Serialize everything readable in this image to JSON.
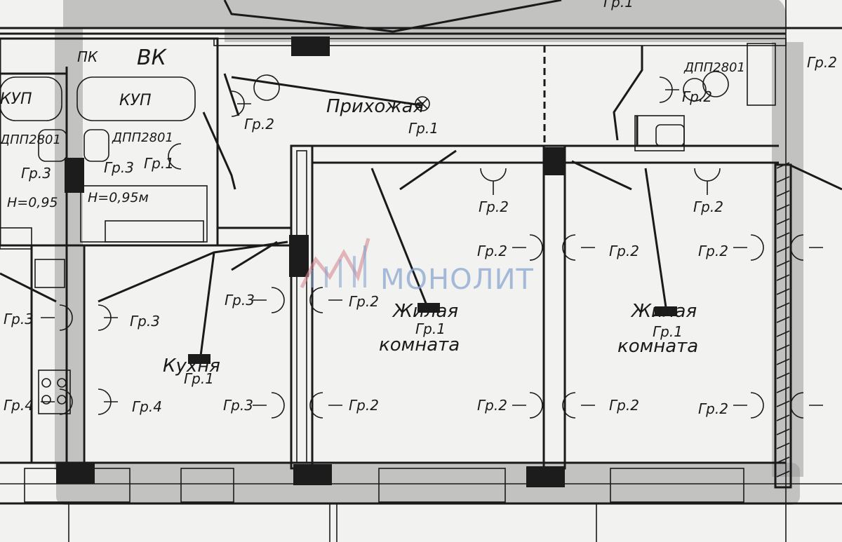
{
  "rooms": {
    "hallway": "Прихожая",
    "living_1_line1": "Жилая",
    "living_1_line2": "комната",
    "living_2_line1": "Жилая",
    "living_2_line2": "комната",
    "kitchen": "Кухня"
  },
  "labels": {
    "pk": "ПК",
    "vk": "ВК",
    "kup_1": "КУП",
    "kup_2": "КУП",
    "dpp_1": "ДПП2801",
    "dpp_2": "ДПП2801",
    "dpp_3": "ДПП2801",
    "h_1": "Н=0,95м",
    "h_2": "Н=0,95"
  },
  "groups": {
    "g1": "Гр.1",
    "g2": "Гр.2",
    "g3": "Гр.3",
    "g4": "Гр.4"
  },
  "watermark": "МОНОЛИТ",
  "colors": {
    "ink": "#1a1a1a",
    "paper": "#f2f2f0",
    "watermark": "#8aa6cf",
    "watermark_logo": "#d38a92"
  }
}
